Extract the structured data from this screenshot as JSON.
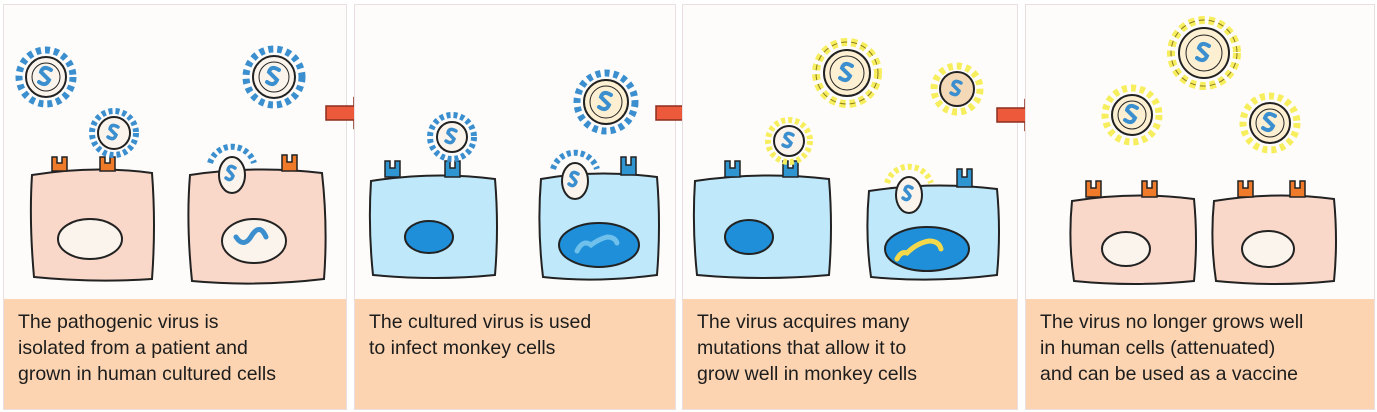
{
  "panels": [
    {
      "caption": [
        "The pathogenic virus is",
        "isolated from a patient and",
        "grown in human cultured cells"
      ]
    },
    {
      "caption": [
        "The cultured virus is used",
        "to infect monkey cells"
      ]
    },
    {
      "caption": [
        "The virus acquires many",
        "mutations that allow it to",
        "grow well in monkey cells"
      ]
    },
    {
      "caption": [
        "The virus no longer grows well",
        "in human cells (attenuated)",
        "and can be used as a vaccine"
      ]
    }
  ],
  "colors": {
    "human_cell": "#f9d7c9",
    "human_nucleus": "#fbf4ec",
    "human_receptor": "#ef7a2a",
    "monkey_cell": "#bfe8fa",
    "monkey_nucleus": "#1e8fd8",
    "monkey_receptor": "#2e95d1",
    "original_spike": "#3b8fcf",
    "mutant_spike": "#f7ee5e",
    "caption_bg": "#fcd4b1",
    "arrow": "#ec5a3b"
  },
  "icons": [
    "virus-particle-icon",
    "receptor-icon",
    "right-arrow-icon"
  ]
}
